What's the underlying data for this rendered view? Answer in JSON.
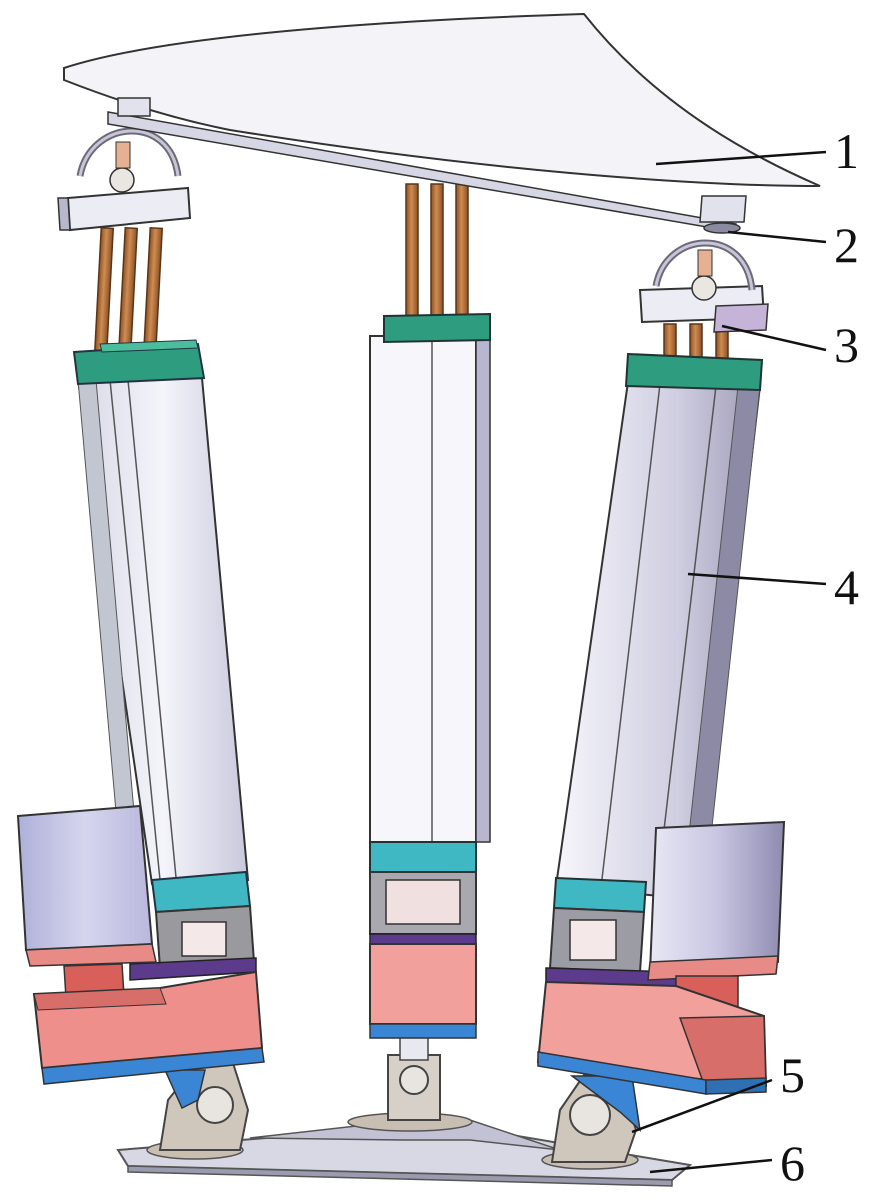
{
  "figure": {
    "callouts": [
      {
        "id": "platform",
        "text": "1"
      },
      {
        "id": "joint-ring",
        "text": "2"
      },
      {
        "id": "joint-block",
        "text": "3"
      },
      {
        "id": "linear-actuator",
        "text": "4"
      },
      {
        "id": "base-hinge",
        "text": "5"
      },
      {
        "id": "base-plate",
        "text": "6"
      }
    ],
    "colors": {
      "platform": "#f4f4f8",
      "rod": "#b8733c",
      "cap": "#2e9c7e",
      "column_light": "#eeeef6",
      "column_mid": "#cfcfe2",
      "column_dark": "#a8a6c0",
      "teal": "#3fb8c4",
      "purple": "#5d3b8c",
      "salmon": "#ef8f8b",
      "salmon_dark": "#d86e6a",
      "blue": "#3a86d4",
      "motor": "#c8c6e6",
      "metal": "#cfc6bc"
    }
  }
}
